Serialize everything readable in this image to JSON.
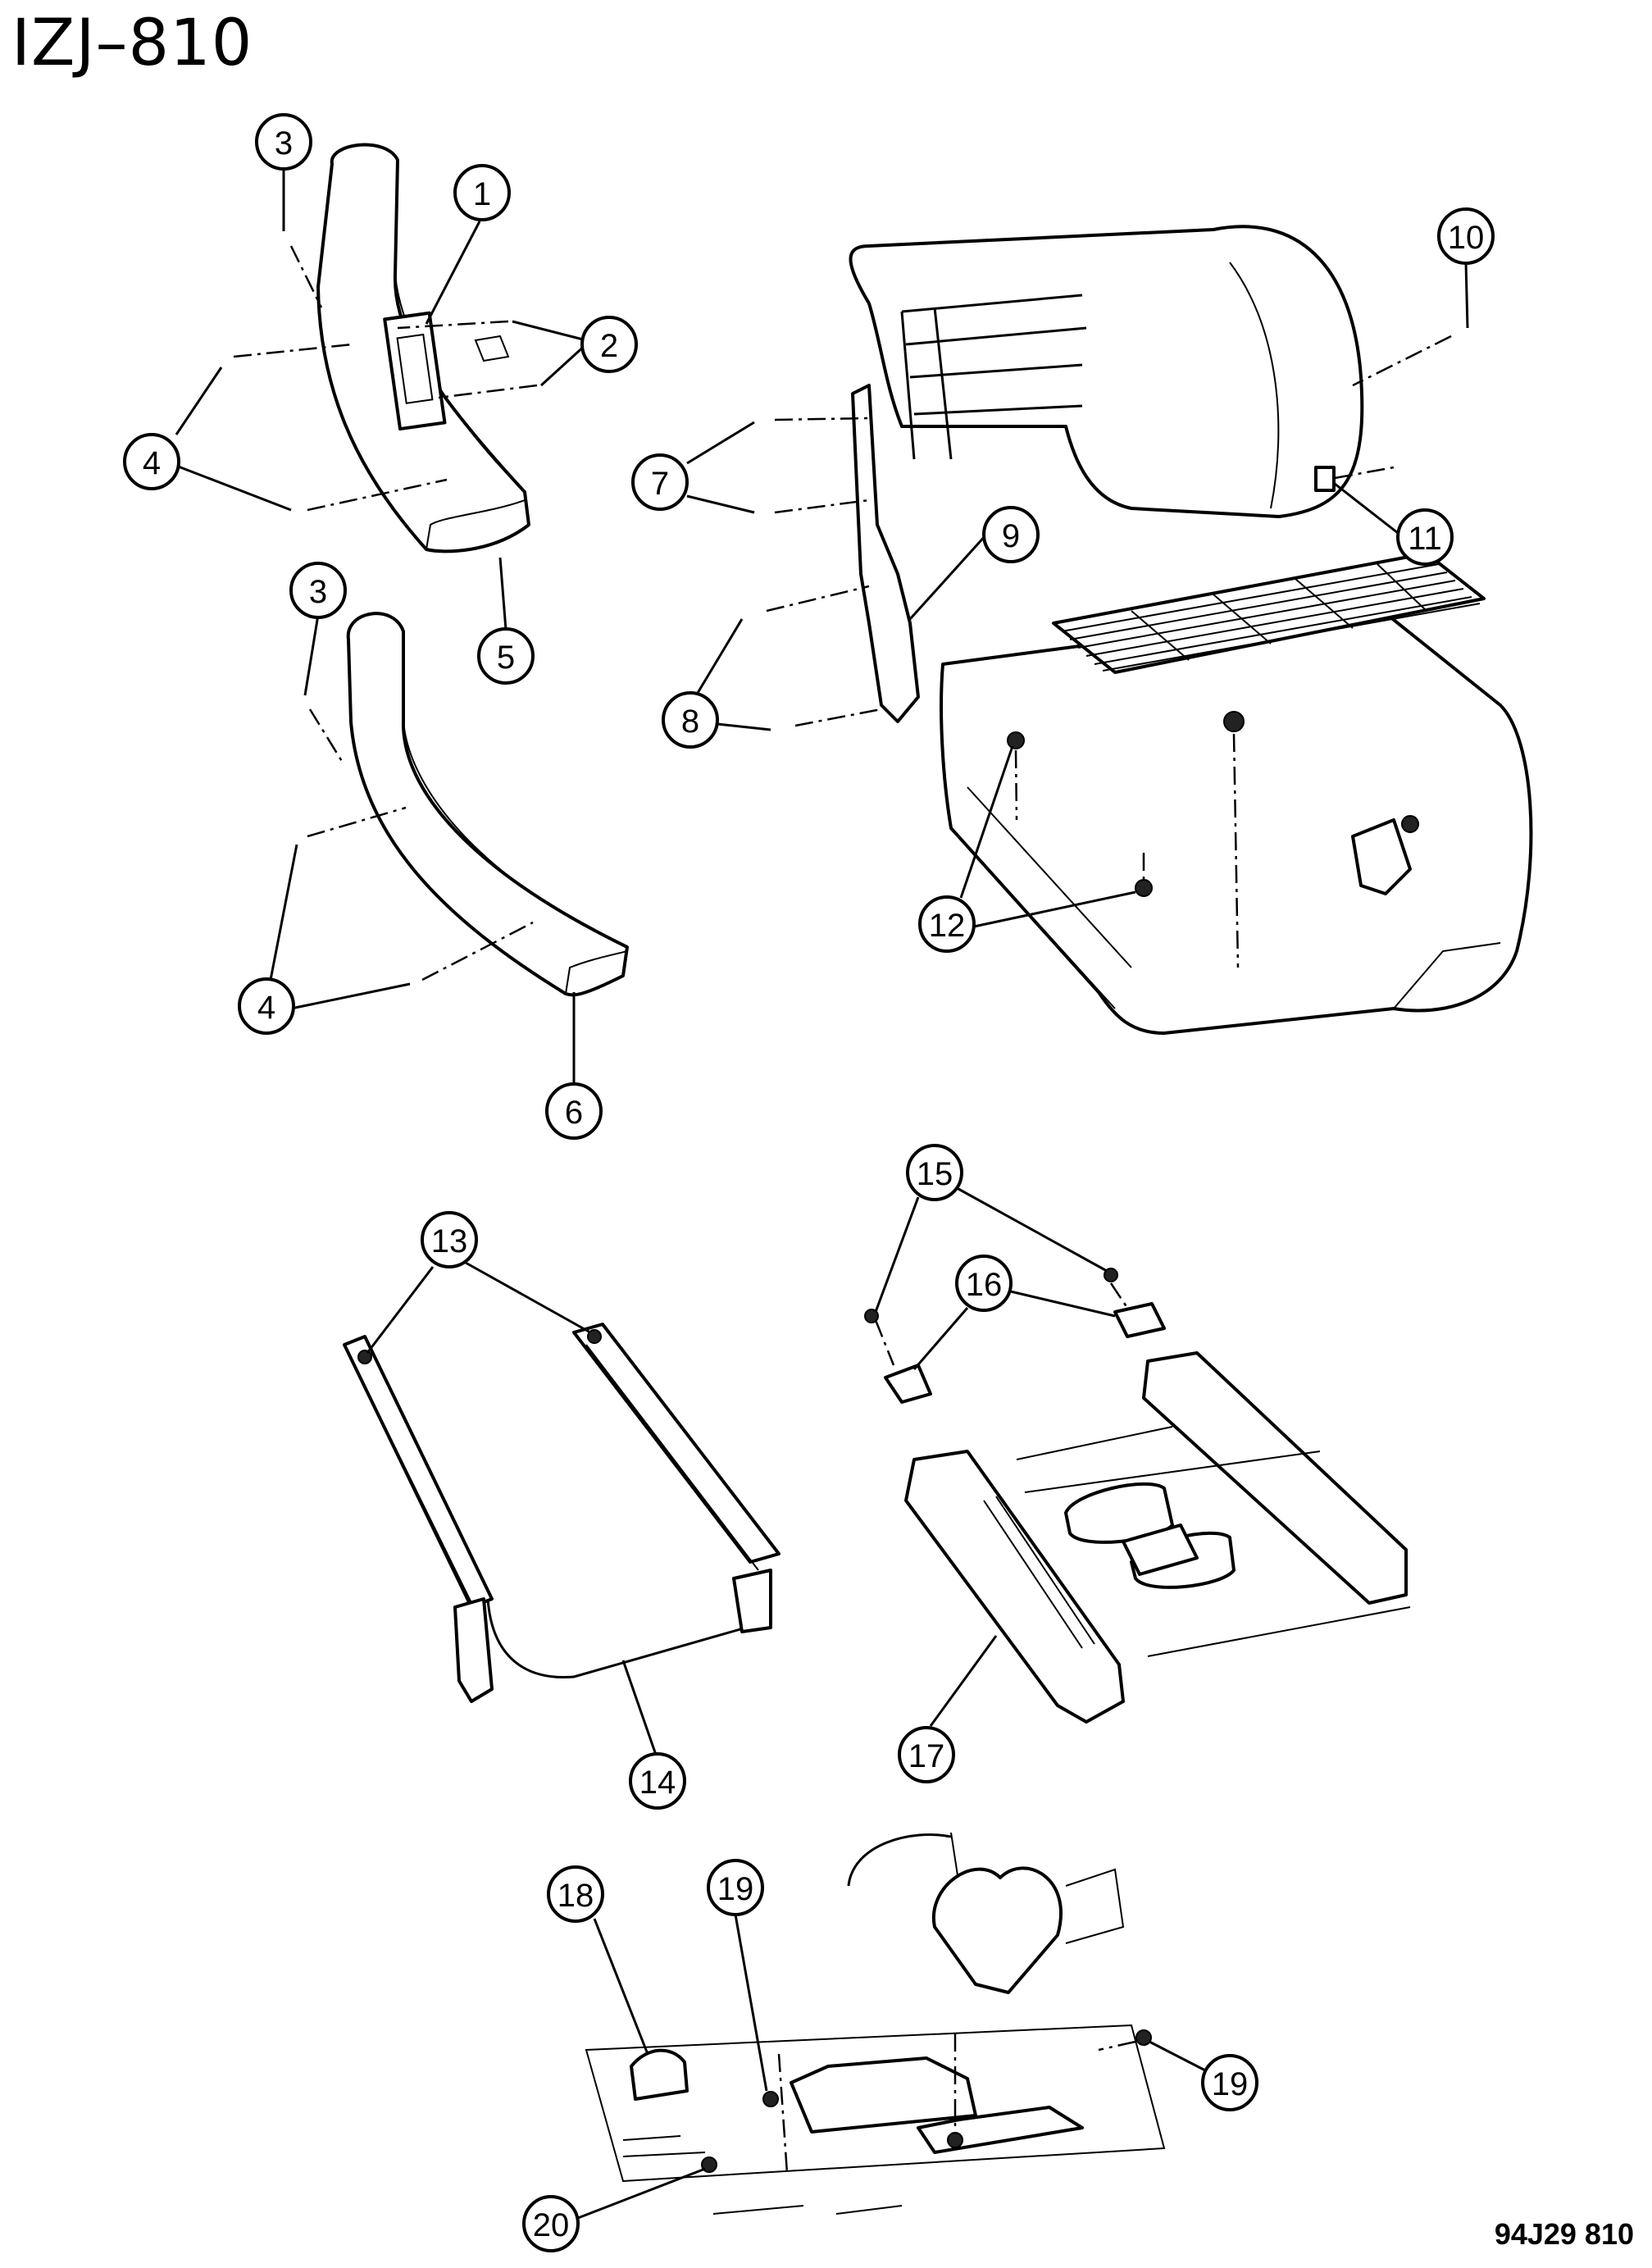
{
  "header": {
    "title": "IZJ–810"
  },
  "footer": {
    "code": "94J29 810"
  },
  "callouts": {
    "n1": "1",
    "n2": "2",
    "n3a": "3",
    "n3b": "3",
    "n4a": "4",
    "n4b": "4",
    "n5": "5",
    "n6": "6",
    "n7": "7",
    "n8": "8",
    "n9": "9",
    "n10": "10",
    "n11": "11",
    "n12": "12",
    "n13": "13",
    "n14": "14",
    "n15": "15",
    "n16": "16",
    "n17": "17",
    "n18": "18",
    "n19a": "19",
    "n19b": "19",
    "n20": "20"
  }
}
